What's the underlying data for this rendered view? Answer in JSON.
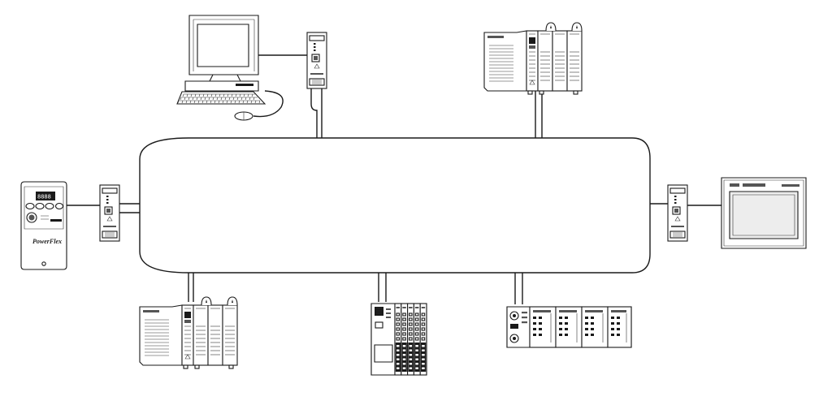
{
  "diagram": {
    "network": "ring",
    "nodes": [
      {
        "id": "computer",
        "icon": "workstation-computer-icon"
      },
      {
        "id": "tap-top",
        "icon": "network-tap-icon"
      },
      {
        "id": "controllogix-top",
        "icon": "plc-chassis-icon"
      },
      {
        "id": "tap-left",
        "icon": "network-tap-icon"
      },
      {
        "id": "tap-right",
        "icon": "network-tap-icon"
      },
      {
        "id": "powerflex-drive",
        "icon": "ac-drive-icon"
      },
      {
        "id": "panelview-hmi",
        "icon": "operator-terminal-icon"
      },
      {
        "id": "controllogix-bottom",
        "icon": "plc-chassis-icon"
      },
      {
        "id": "point-io",
        "icon": "distributed-io-icon"
      },
      {
        "id": "flex-io",
        "icon": "io-module-rack-icon"
      }
    ],
    "drive_display": "8888",
    "drive_brand": "PowerFlex",
    "colors": {
      "line": "#1a1a1a",
      "device": "#ffffff",
      "screen": "#ededed"
    }
  }
}
